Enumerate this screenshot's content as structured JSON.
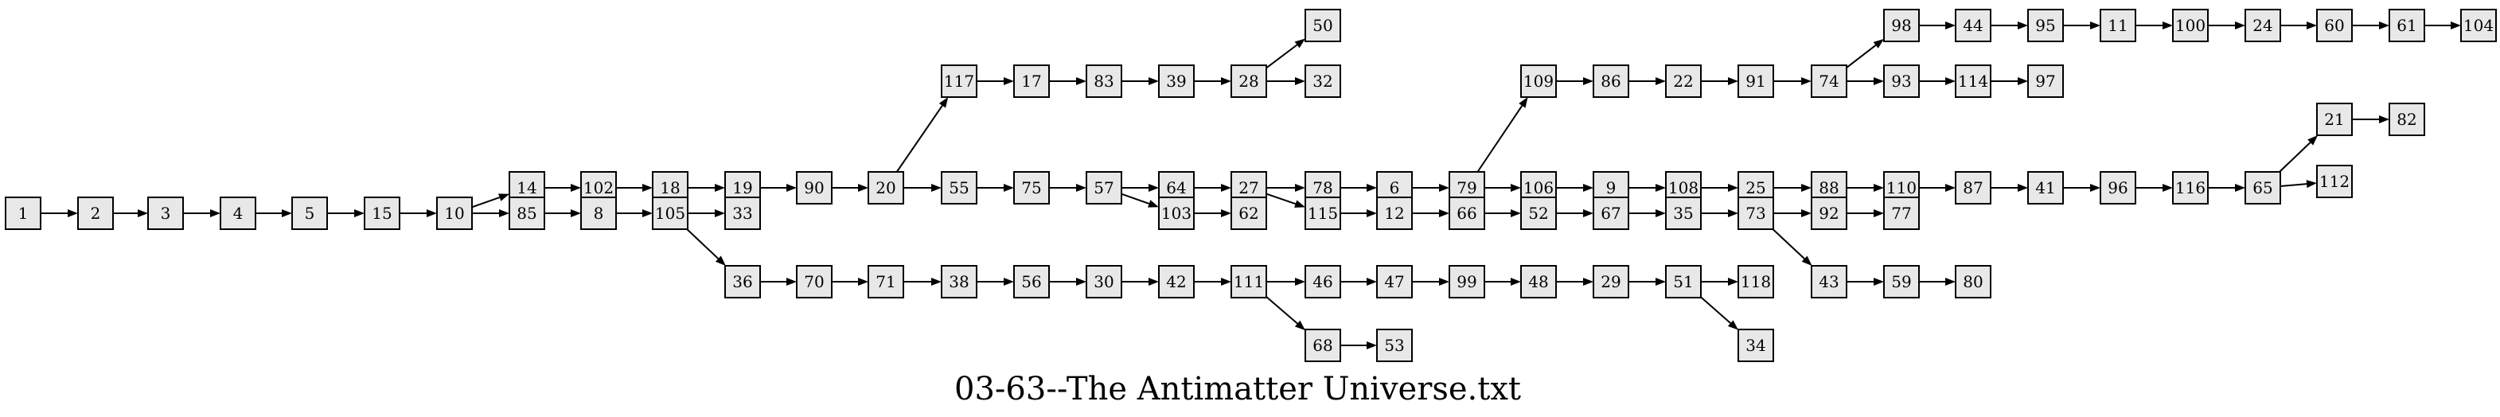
{
  "caption": "03-63--The Antimatter Universe.txt",
  "nodes": [
    "1",
    "2",
    "3",
    "4",
    "5",
    "15",
    "10",
    "14",
    "102",
    "18",
    "19",
    "90",
    "20",
    "117",
    "17",
    "83",
    "39",
    "28",
    "50",
    "32",
    "55",
    "75",
    "57",
    "64",
    "27",
    "78",
    "6",
    "79",
    "109",
    "86",
    "22",
    "91",
    "74",
    "98",
    "44",
    "95",
    "11",
    "100",
    "24",
    "60",
    "61",
    "104",
    "93",
    "114",
    "97",
    "106",
    "9",
    "108",
    "25",
    "88",
    "110",
    "87",
    "41",
    "96",
    "116",
    "65",
    "21",
    "82",
    "112",
    "115",
    "12",
    "66",
    "52",
    "67",
    "35",
    "73",
    "92",
    "77",
    "43",
    "59",
    "80",
    "103",
    "62",
    "85",
    "8",
    "105",
    "33",
    "36",
    "70",
    "71",
    "38",
    "56",
    "30",
    "42",
    "111",
    "46",
    "47",
    "99",
    "48",
    "29",
    "51",
    "118",
    "34",
    "68",
    "53"
  ],
  "edges": [
    [
      "1",
      "2"
    ],
    [
      "2",
      "3"
    ],
    [
      "3",
      "4"
    ],
    [
      "4",
      "5"
    ],
    [
      "5",
      "15"
    ],
    [
      "15",
      "10"
    ],
    [
      "10",
      "14"
    ],
    [
      "10",
      "85"
    ],
    [
      "14",
      "102"
    ],
    [
      "102",
      "18"
    ],
    [
      "18",
      "19"
    ],
    [
      "19",
      "90"
    ],
    [
      "90",
      "20"
    ],
    [
      "20",
      "117"
    ],
    [
      "20",
      "55"
    ],
    [
      "117",
      "17"
    ],
    [
      "17",
      "83"
    ],
    [
      "83",
      "39"
    ],
    [
      "39",
      "28"
    ],
    [
      "28",
      "50"
    ],
    [
      "28",
      "32"
    ],
    [
      "55",
      "75"
    ],
    [
      "75",
      "57"
    ],
    [
      "57",
      "64"
    ],
    [
      "57",
      "103"
    ],
    [
      "103",
      "62"
    ],
    [
      "64",
      "27"
    ],
    [
      "27",
      "78"
    ],
    [
      "27",
      "115"
    ],
    [
      "78",
      "6"
    ],
    [
      "6",
      "79"
    ],
    [
      "79",
      "109"
    ],
    [
      "79",
      "106"
    ],
    [
      "109",
      "86"
    ],
    [
      "86",
      "22"
    ],
    [
      "22",
      "91"
    ],
    [
      "91",
      "74"
    ],
    [
      "74",
      "98"
    ],
    [
      "74",
      "93"
    ],
    [
      "98",
      "44"
    ],
    [
      "44",
      "95"
    ],
    [
      "95",
      "11"
    ],
    [
      "11",
      "100"
    ],
    [
      "100",
      "24"
    ],
    [
      "24",
      "60"
    ],
    [
      "60",
      "61"
    ],
    [
      "61",
      "104"
    ],
    [
      "93",
      "114"
    ],
    [
      "114",
      "97"
    ],
    [
      "106",
      "9"
    ],
    [
      "9",
      "108"
    ],
    [
      "108",
      "25"
    ],
    [
      "25",
      "88"
    ],
    [
      "88",
      "110"
    ],
    [
      "110",
      "87"
    ],
    [
      "87",
      "41"
    ],
    [
      "41",
      "96"
    ],
    [
      "96",
      "116"
    ],
    [
      "116",
      "65"
    ],
    [
      "65",
      "21"
    ],
    [
      "65",
      "112"
    ],
    [
      "21",
      "82"
    ],
    [
      "115",
      "12"
    ],
    [
      "12",
      "66"
    ],
    [
      "66",
      "52"
    ],
    [
      "52",
      "67"
    ],
    [
      "67",
      "35"
    ],
    [
      "35",
      "73"
    ],
    [
      "73",
      "92"
    ],
    [
      "73",
      "43"
    ],
    [
      "92",
      "77"
    ],
    [
      "43",
      "59"
    ],
    [
      "59",
      "80"
    ],
    [
      "85",
      "8"
    ],
    [
      "8",
      "105"
    ],
    [
      "105",
      "33"
    ],
    [
      "105",
      "36"
    ],
    [
      "36",
      "70"
    ],
    [
      "70",
      "71"
    ],
    [
      "71",
      "38"
    ],
    [
      "38",
      "56"
    ],
    [
      "56",
      "30"
    ],
    [
      "30",
      "42"
    ],
    [
      "42",
      "111"
    ],
    [
      "111",
      "46"
    ],
    [
      "111",
      "68"
    ],
    [
      "46",
      "47"
    ],
    [
      "47",
      "99"
    ],
    [
      "99",
      "48"
    ],
    [
      "48",
      "29"
    ],
    [
      "29",
      "51"
    ],
    [
      "51",
      "118"
    ],
    [
      "51",
      "34"
    ],
    [
      "68",
      "53"
    ]
  ]
}
